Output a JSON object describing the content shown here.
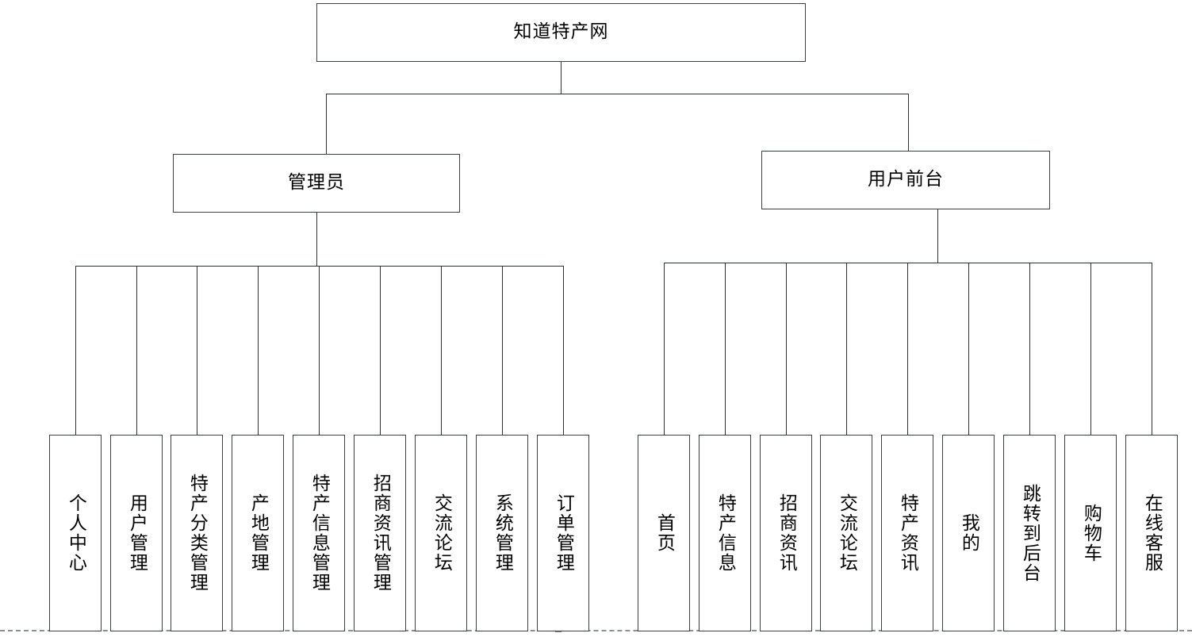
{
  "diagram": {
    "type": "tree-hierarchy",
    "title": "知道特产网",
    "root": {
      "label": "知道特产网"
    },
    "branches": [
      {
        "id": "admin",
        "label": "管理员",
        "children": [
          {
            "label": "个人中心"
          },
          {
            "label": "用户管理"
          },
          {
            "label": "特产分类管理"
          },
          {
            "label": "产地管理"
          },
          {
            "label": "特产信息管理"
          },
          {
            "label": "招商资讯管理"
          },
          {
            "label": "交流论坛"
          },
          {
            "label": "系统管理"
          },
          {
            "label": "订单管理"
          }
        ]
      },
      {
        "id": "user",
        "label": "用户前台",
        "children": [
          {
            "label": "首页"
          },
          {
            "label": "特产信息"
          },
          {
            "label": "招商资讯"
          },
          {
            "label": "交流论坛"
          },
          {
            "label": "特产资讯"
          },
          {
            "label": "我的"
          },
          {
            "label": "跳转到后台"
          },
          {
            "label": "购物车"
          },
          {
            "label": "在线客服"
          }
        ]
      }
    ],
    "colors": {
      "background": "#ffffff",
      "box_border": "#3a3f46",
      "connector": "#2b2f36",
      "text": "#000000",
      "margin_guide": "#8b8f96"
    }
  }
}
